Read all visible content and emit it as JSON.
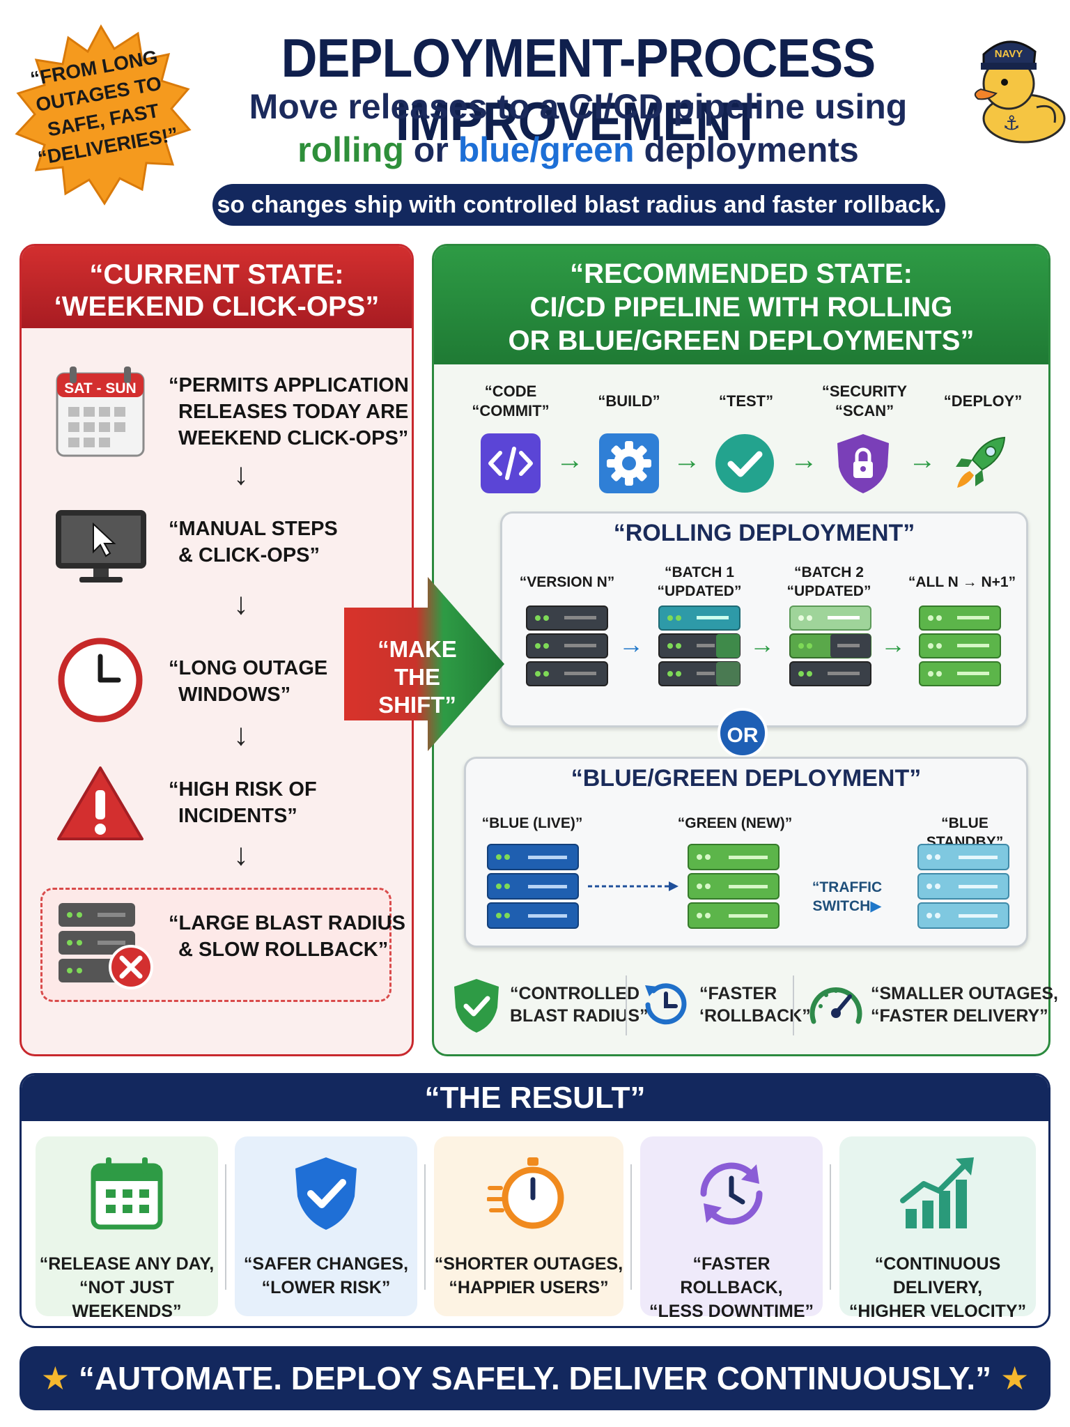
{
  "header": {
    "title": "DEPLOYMENT-PROCESS IMPROVEMENT",
    "subtitle_line1": "Move releases to a CI/CD pipeline using",
    "subtitle_rolling": "rolling",
    "subtitle_or": "or",
    "subtitle_bluegreen": "blue/green",
    "subtitle_deployments": "deployments",
    "tagline": "so changes ship with controlled blast radius and faster rollback.",
    "starburst_lines": [
      "“FROM LONG",
      "OUTAGES TO",
      "SAFE, FAST",
      "“DELIVERIES!”"
    ],
    "duck_cap_text": "NAVY"
  },
  "current": {
    "title_line1": "“CURRENT STATE:",
    "title_line2": "‘WEEKEND CLICK-OPS”",
    "calendar_label": "SAT - SUN",
    "steps": [
      {
        "line1": "“PERMITS APPLICATION",
        "line2": "RELEASES TODAY ARE",
        "line3": "WEEKEND CLICK-OPS”"
      },
      {
        "line1": "“MANUAL STEPS",
        "line2": "& CLICK-OPS”"
      },
      {
        "line1": "“LONG OUTAGE",
        "line2": "WINDOWS”"
      },
      {
        "line1": "“HIGH RISK OF",
        "line2": "INCIDENTS”"
      },
      {
        "line1": "“LARGE BLAST RADIUS",
        "line2": "& SLOW ROLLBACK”"
      }
    ]
  },
  "shift": {
    "line1": "“MAKE THE",
    "line2": "SHIFT”"
  },
  "recommended": {
    "title_line1": "“RECOMMENDED STATE:",
    "title_line2": "CI/CD PIPELINE WITH ROLLING",
    "title_line3": "OR BLUE/GREEN DEPLOYMENTS”",
    "pipeline": [
      {
        "line1": "“CODE",
        "line2": "“COMMIT”",
        "icon": "code-icon",
        "color": "#5b45d6"
      },
      {
        "line1": "“BUILD”",
        "line2": "",
        "icon": "gear-icon",
        "color": "#2f7fd6"
      },
      {
        "line1": "“TEST”",
        "line2": "",
        "icon": "check-icon",
        "color": "#23a38e"
      },
      {
        "line1": "“SECURITY",
        "line2": "“SCAN”",
        "icon": "lock-shield-icon",
        "color": "#7a3fb8"
      },
      {
        "line1": "“DEPLOY”",
        "line2": "",
        "icon": "rocket-icon",
        "color": "#3aa64a"
      }
    ],
    "rolling": {
      "title": "“ROLLING DEPLOYMENT”",
      "stages": [
        {
          "line1": "“VERSION N”",
          "line2": ""
        },
        {
          "line1": "“BATCH 1",
          "line2": "“UPDATED”"
        },
        {
          "line1": "“BATCH 2",
          "line2": "“UPDATED”"
        },
        {
          "line1": "“ALL N → N+1”",
          "line2": ""
        }
      ]
    },
    "or_label": "OR",
    "bluegreen": {
      "title": "“BLUE/GREEN DEPLOYMENT”",
      "blue_label": "“BLUE (LIVE)”",
      "green_label": "“GREEN (NEW)”",
      "standby_label": "“BLUE STANDBY”",
      "switch_label": "“TRAFFIC SWITCH"
    },
    "benefits": [
      {
        "line1": "“CONTROLLED",
        "line2": "BLAST RADIUS”"
      },
      {
        "line1": "“FASTER",
        "line2": "‘ROLLBACK”"
      },
      {
        "line1": "“SMALLER OUTAGES,",
        "line2": "“FASTER DELIVERY”"
      }
    ]
  },
  "result": {
    "title": "“THE RESULT”",
    "cards": [
      {
        "line1": "“RELEASE ANY DAY,",
        "line2": "“NOT JUST WEEKENDS”",
        "bg": "#eaf6ea"
      },
      {
        "line1": "“SAFER CHANGES,",
        "line2": "“LOWER RISK”",
        "bg": "#e6f0fb"
      },
      {
        "line1": "“SHORTER OUTAGES,",
        "line2": "“HAPPIER USERS”",
        "bg": "#fdf3e3"
      },
      {
        "line1": "“FASTER ROLLBACK,",
        "line2": "“LESS DOWNTIME”",
        "bg": "#efeafa"
      },
      {
        "line1": "“CONTINUOUS DELIVERY,",
        "line2": "“HIGHER VELOCITY”",
        "bg": "#e7f5ef"
      }
    ]
  },
  "footer": {
    "text": "“AUTOMATE. DEPLOY SAFELY. DELIVER CONTINUOUSLY.”"
  }
}
